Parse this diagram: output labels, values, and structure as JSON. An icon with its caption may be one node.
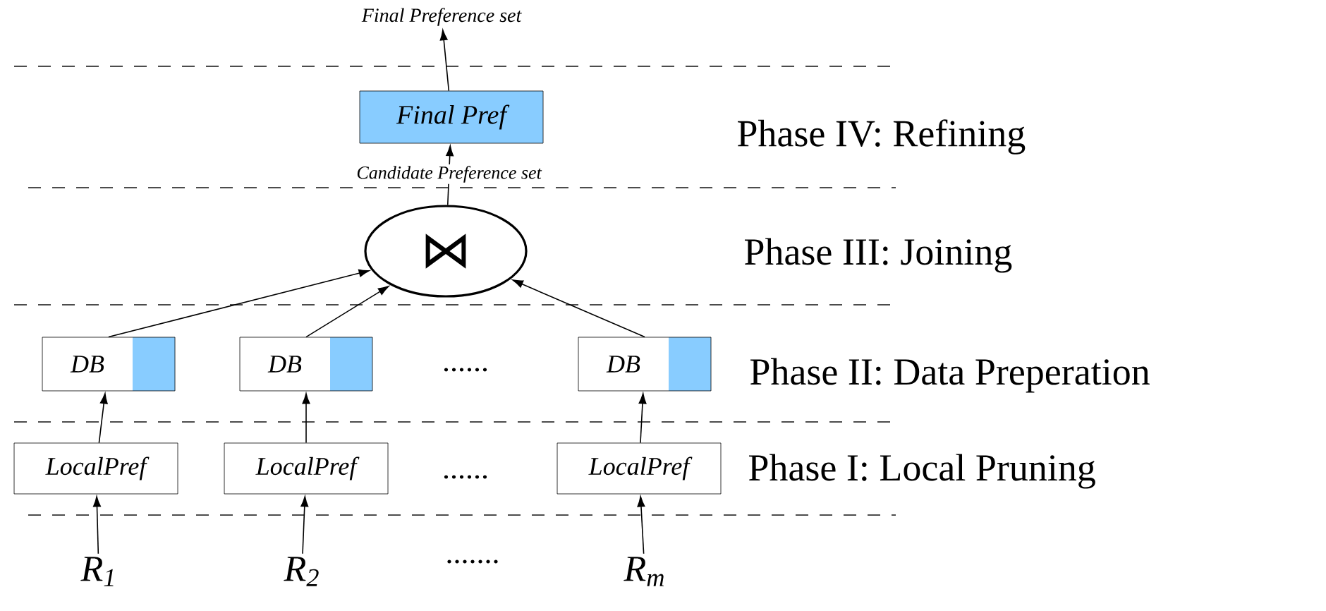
{
  "diagram": {
    "nodes": [
      {
        "text": [
          "Final Preference set"
        ]
      },
      {
        "text": [
          "Final Pref"
        ]
      },
      {
        "text": [
          "⋈"
        ]
      },
      {
        "text": [
          "DB"
        ]
      },
      {
        "text": [
          "DB"
        ]
      },
      {
        "text": [
          "DB"
        ]
      },
      {
        "text": [
          "LocalPref"
        ]
      },
      {
        "text": [
          "LocalPref"
        ]
      },
      {
        "text": [
          "LocalPref"
        ]
      },
      {
        "text": [
          "R$_{1}$"
        ]
      },
      {
        "text": [
          "R$_{2}$"
        ]
      },
      {
        "text": [
          "R$_{m}$"
        ]
      }
    ],
    "edges": [
      {
        "from": 1,
        "to": 0,
        "arrow": "to"
      },
      {
        "from": 2,
        "to": 1,
        "arrow": "to",
        "label": "Candidate Preference set"
      },
      {
        "from": 3,
        "to": 2,
        "arrow": "to"
      },
      {
        "from": 4,
        "to": 2,
        "arrow": "to"
      },
      {
        "from": 5,
        "to": 2,
        "arrow": "to"
      },
      {
        "from": 6,
        "to": 3,
        "arrow": "to"
      },
      {
        "from": 7,
        "to": 4,
        "arrow": "to"
      },
      {
        "from": 8,
        "to": 5,
        "arrow": "to"
      },
      {
        "from": 9,
        "to": 6,
        "arrow": "to"
      },
      {
        "from": 10,
        "to": 7,
        "arrow": "to"
      },
      {
        "from": 11,
        "to": 8,
        "arrow": "to"
      }
    ],
    "labels": [
      "Phase IV: Refining",
      "Phase III: Joining",
      "Phase II: Data Preperation",
      "......",
      "Phase I: Local Pruning",
      "......",
      "......."
    ]
  }
}
